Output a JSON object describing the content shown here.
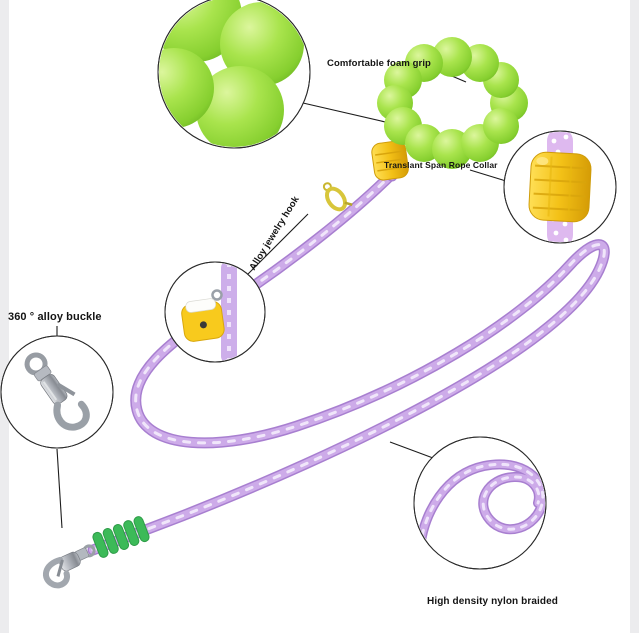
{
  "labels": {
    "foam_grip": "Comfortable foam grip",
    "rope_collar": "Translant Span Rope Collar",
    "jewelry_hook": "Alloy jewelry hook",
    "alloy_buckle": "360 ° alloy buckle",
    "nylon_braided": "High density nylon braided"
  },
  "colors": {
    "foam_green": "#9ade3f",
    "rope_purple": "#c5a1e3",
    "rope_highlight": "#f0e6fa",
    "collar_yellow": "#f4c41c",
    "wrap_green": "#3cba58",
    "metal_gray": "#a9adb4",
    "gold_hook": "#d8c63b",
    "label_text": "#141414",
    "background": "#ffffff"
  }
}
